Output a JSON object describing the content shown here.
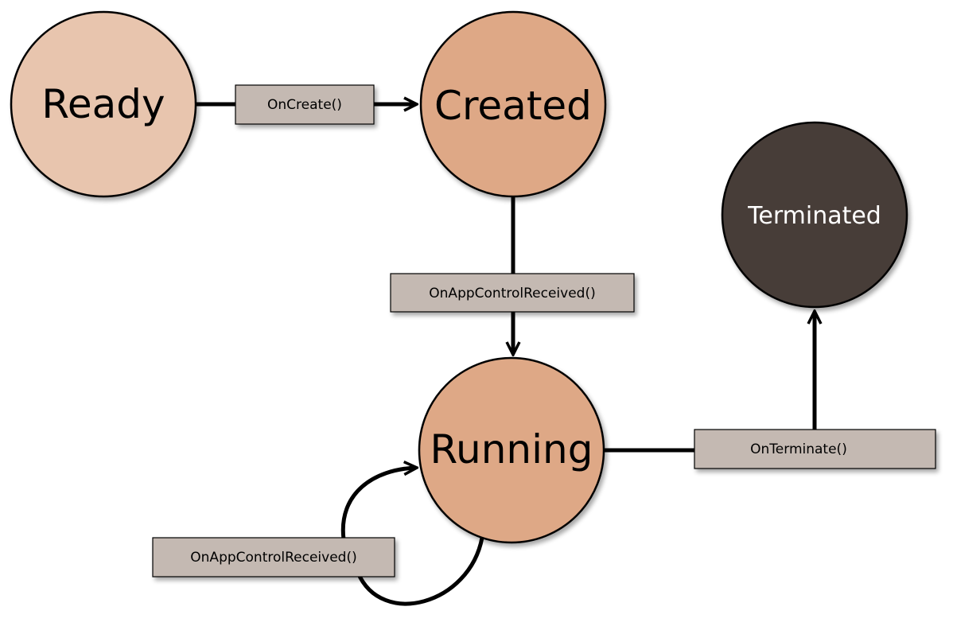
{
  "colors": {
    "ready_fill": "#E8C5AE",
    "active_fill": "#DEA886",
    "terminated_fill": "#473C37",
    "label_box_fill": "#C4B9B2",
    "stroke": "#000000"
  },
  "states": {
    "ready": "Ready",
    "created": "Created",
    "running": "Running",
    "terminated": "Terminated"
  },
  "transitions": {
    "ready_to_created": "OnCreate()",
    "created_to_running": "OnAppControlReceived()",
    "running_self": "OnAppControlReceived()",
    "running_to_terminated": "OnTerminate()"
  }
}
